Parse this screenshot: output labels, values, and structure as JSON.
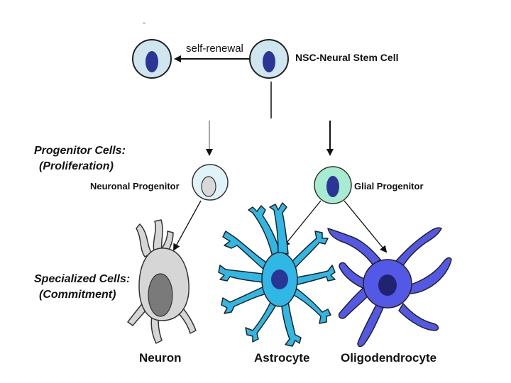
{
  "labels": {
    "self_renewal": "self-renewal",
    "nsc": "NSC-Neural Stem Cell",
    "progenitor_heading": "Progenitor Cells:",
    "progenitor_sub": "(Proliferation)",
    "neuronal_progenitor": "Neuronal Progenitor",
    "glial_progenitor": "Glial Progenitor",
    "specialized_heading": "Specialized Cells:",
    "specialized_sub": "(Commitment)",
    "neuron": "Neuron",
    "astrocyte": "Astrocyte",
    "oligodendrocyte": "Oligodendrocyte",
    "corner_mark": "-"
  },
  "colors": {
    "stem_cell_fill": "#cfe6ee",
    "stem_nucleus": "#2b3596",
    "neuronal_progenitor_fill": "#dff3f8",
    "glial_progenitor_fill": "#a7ecd0",
    "neuron_fill": "#d6d6d6",
    "neuron_nucleus": "#7a7a7a",
    "astrocyte_fill": "#2fb7e6",
    "astrocyte_nucleus": "#2b3596",
    "oligodendrocyte_fill": "#5458e6",
    "oligodendrocyte_nucleus": "#1f2370"
  }
}
